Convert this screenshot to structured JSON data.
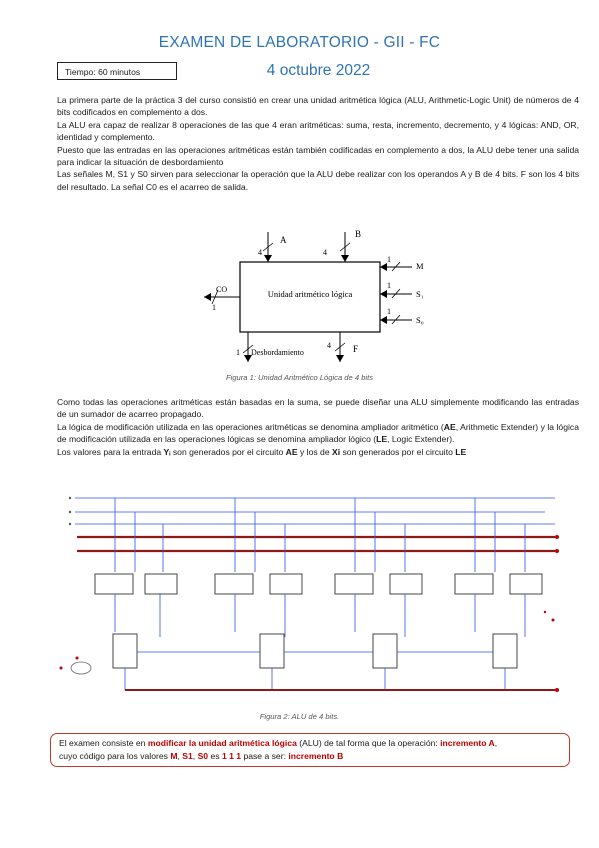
{
  "header": {
    "title": "EXAMEN DE LABORATORIO - GII - FC",
    "time_label": "Tiempo: 60 minutos",
    "date": "4 octubre 2022"
  },
  "intro": [
    "La primera parte de la práctica 3 del curso consistió en crear una unidad aritmética lógica (ALU, Arithmetic-Logic Unit) de números de 4 bits codificados en complemento a dos.",
    "La ALU era capaz de realizar 8 operaciones de las que 4 eran aritméticas: suma, resta, incremento, decremento, y 4 lógicas: AND, OR, identidad y complemento.",
    "Puesto que las entradas en las operaciones aritméticas están también codificadas en complemento a dos, la ALU debe tener una salida para indicar la situación de desbordamiento",
    "Las señales M, S1 y S0 sirven para seleccionar la operación que la ALU debe realizar con los operandos A y B de 4 bits. F son los 4 bits del resultado. La señal C0 es el acarreo de salida."
  ],
  "figure1": {
    "box_label": "Unidad aritmético lógica",
    "inputs": {
      "a": "A",
      "b": "B",
      "m": "M",
      "s1": "S₁",
      "s0": "S₀"
    },
    "outputs": {
      "co": "CO",
      "overflow": "Desbordamiento",
      "f": "F"
    },
    "widths": {
      "a": "4",
      "b": "4",
      "m": "1",
      "s1": "1",
      "s0": "1",
      "co": "1",
      "overflow": "1",
      "f": "4"
    },
    "caption": "Figura 1: Unidad Aritmético Lógica de 4 bits"
  },
  "body": {
    "p1": "Como todas las operaciones aritméticas están basadas en la suma, se puede diseñar una ALU simplemente modificando las entradas de un sumador de acarreo propagado.",
    "p2_a": "La lógica de modificación utilizada en las operaciones aritméticas se denomina ampliador aritmético (",
    "p2_ae": "AE",
    "p2_b": ", Arithmetic Extender) y la lógica de modificación utilizada en las operaciones lógicas se denomina ampliador lógico (",
    "p2_le": "LE",
    "p2_c": ", Logic Extender).",
    "p3_a": "Los valores para la entrada ",
    "p3_yi": "Yᵢ",
    "p3_b": " son generados por el circuito ",
    "p3_ae": "AE",
    "p3_c": " y los de ",
    "p3_xi": "Xi",
    "p3_d": " son generados por el circuito ",
    "p3_le": "LE"
  },
  "figure2": {
    "caption": "Figura 2: ALU de 4 bits."
  },
  "exam": {
    "t1": "El examen consiste en ",
    "t2": "modificar la unidad aritmética lógica",
    "t3": " (ALU) de tal forma que la operación: ",
    "t4": "incremento A",
    "t5": ",",
    "t6": "cuyo código para los valores ",
    "t7": "M",
    "t8": ", ",
    "t9": "S1",
    "t10": ", ",
    "t11": "S0",
    "t12": " es ",
    "t13": "1 1 1",
    "t14": " pase a ser: ",
    "t15": "incremento B"
  },
  "colors": {
    "title": "#2e74b5",
    "bus_blue": "#2f54eb",
    "bus_red": "#8b1a1a",
    "highlight": "#c00000"
  }
}
